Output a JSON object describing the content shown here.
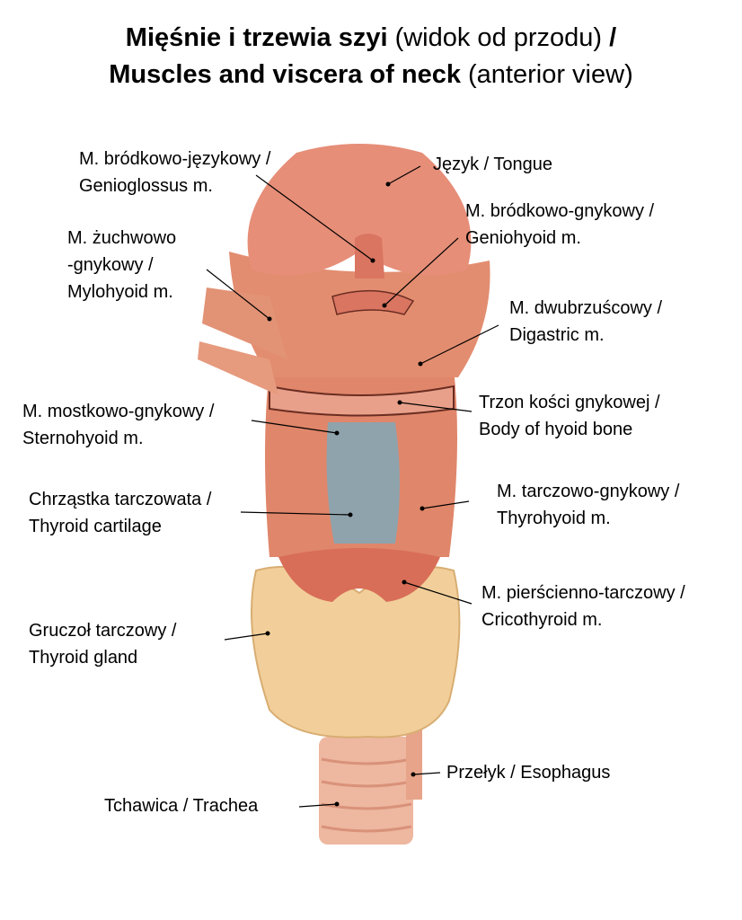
{
  "title": {
    "line1_bold": "Mięśnie i trzewia szyi",
    "line1_normal": "(widok od przodu)",
    "line1_slash": "/",
    "line2_bold": "Muscles and viscera of neck",
    "line2_normal": "(anterior view)"
  },
  "labels": {
    "genioglossus": [
      "M. bródkowo-językowy /",
      "Genioglossus m."
    ],
    "tongue": [
      "Język / Tongue"
    ],
    "geniohyoid": [
      "M. bródkowo-gnykowy /",
      "Geniohyoid m."
    ],
    "mylohyoid": [
      "M. żuchwowo",
      "-gnykowy /",
      "Mylohyoid m."
    ],
    "digastric": [
      "M. dwubrzuścowy /",
      "Digastric m."
    ],
    "sternohyoid": [
      "M. mostkowo-gnykowy /",
      "Sternohyoid m."
    ],
    "hyoid": [
      "Trzon kości gnykowej /",
      "Body of hyoid bone"
    ],
    "thyroid_cartilage": [
      "Chrząstka tarczowata /",
      "Thyroid cartilage"
    ],
    "thyrohyoid": [
      "M. tarczowo-gnykowy /",
      "Thyrohyoid m."
    ],
    "cricothyroid": [
      "M. pierścienno-tarczowy /",
      "Cricothyroid m."
    ],
    "thyroid_gland": [
      "Gruczoł tarczowy /",
      "Thyroid gland"
    ],
    "esophagus": [
      "Przełyk / Esophagus"
    ],
    "trachea": [
      "Tchawica / Trachea"
    ]
  },
  "colors": {
    "muscle": "#e0866a",
    "muscle_dark": "#c9654c",
    "gland": "#f2cf9a",
    "cartilage": "#8fa3ad",
    "trachea": "#eeb7a0"
  }
}
